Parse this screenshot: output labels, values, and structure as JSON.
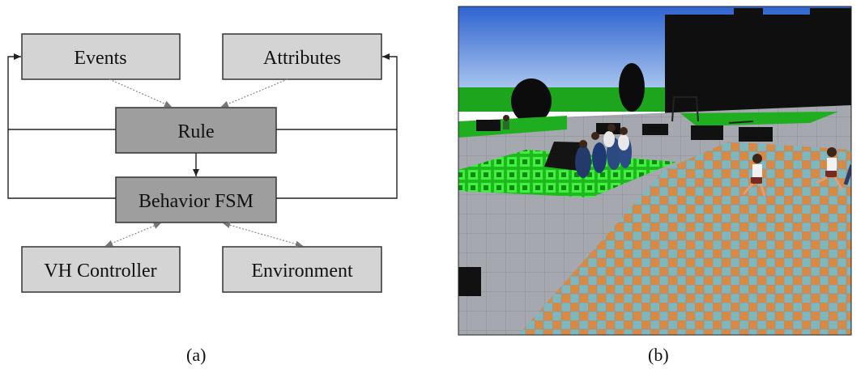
{
  "diagram": {
    "nodes": {
      "events": "Events",
      "attributes": "Attributes",
      "rule": "Rule",
      "behavior_fsm": "Behavior FSM",
      "vh_controller": "VH Controller",
      "environment": "Environment"
    },
    "colors": {
      "light_box": "#d4d4d4",
      "dark_box": "#9e9e9e",
      "stroke": "#333333",
      "dotted_arrow": "#888888"
    }
  },
  "captions": {
    "a": "(a)",
    "b": "(b)"
  },
  "scene": {
    "colors": {
      "sky_top": "#3a6fd8",
      "sky_bottom": "#bcd6f5",
      "grass": "#1fae1f",
      "ground": "#a9a9ad",
      "tile_orange": "#e28a3c",
      "tile_teal": "#6fb0b8",
      "building": "#101010",
      "neon_green": "#2ee82e"
    }
  }
}
